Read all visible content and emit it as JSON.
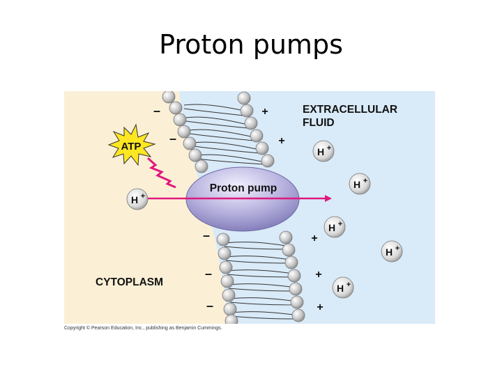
{
  "title": "Proton pumps",
  "diagram": {
    "extracellular_label_line1": "EXTRACELLULAR",
    "extracellular_label_line2": "FLUID",
    "cytoplasm_label": "CYTOPLASM",
    "pump_label": "Proton pump",
    "atp_label": "ATP",
    "proton_label": "H",
    "proton_superscript": "+",
    "minus_sign": "–",
    "plus_sign": "+",
    "colors": {
      "cytoplasm": "#fbf0d6",
      "extracellular": "#d9eaf8",
      "pump": "#b7b2de",
      "arrow": "#e0197d",
      "atp_burst": "#fde622"
    }
  },
  "copyright": "Copyright © Pearson Education, Inc., publishing as Benjamin Cummings."
}
